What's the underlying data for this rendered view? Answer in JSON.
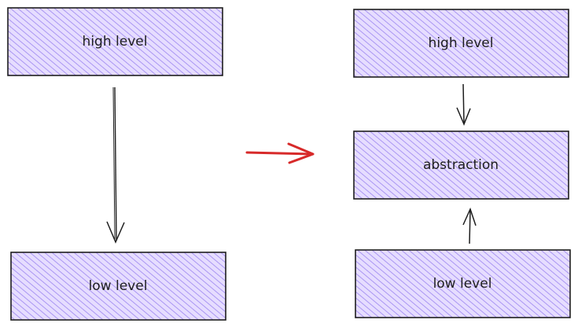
{
  "colors": {
    "box_fill": "#d0bfff",
    "box_hatch": "#9b84f0",
    "box_stroke": "#1e1e1e",
    "arrow_stroke": "#1e1e1e",
    "transition_arrow": "#d72a2a",
    "background": "#ffffff"
  },
  "before": {
    "top_box": {
      "label": "high level"
    },
    "bottom_box": {
      "label": "low level"
    },
    "arrow": {
      "direction": "down"
    }
  },
  "transition_arrow": {
    "direction": "right"
  },
  "after": {
    "top_box": {
      "label": "high level"
    },
    "middle_box": {
      "label": "abstraction"
    },
    "bottom_box": {
      "label": "low level"
    },
    "arrow_top": {
      "direction": "down"
    },
    "arrow_bottom": {
      "direction": "up"
    }
  }
}
